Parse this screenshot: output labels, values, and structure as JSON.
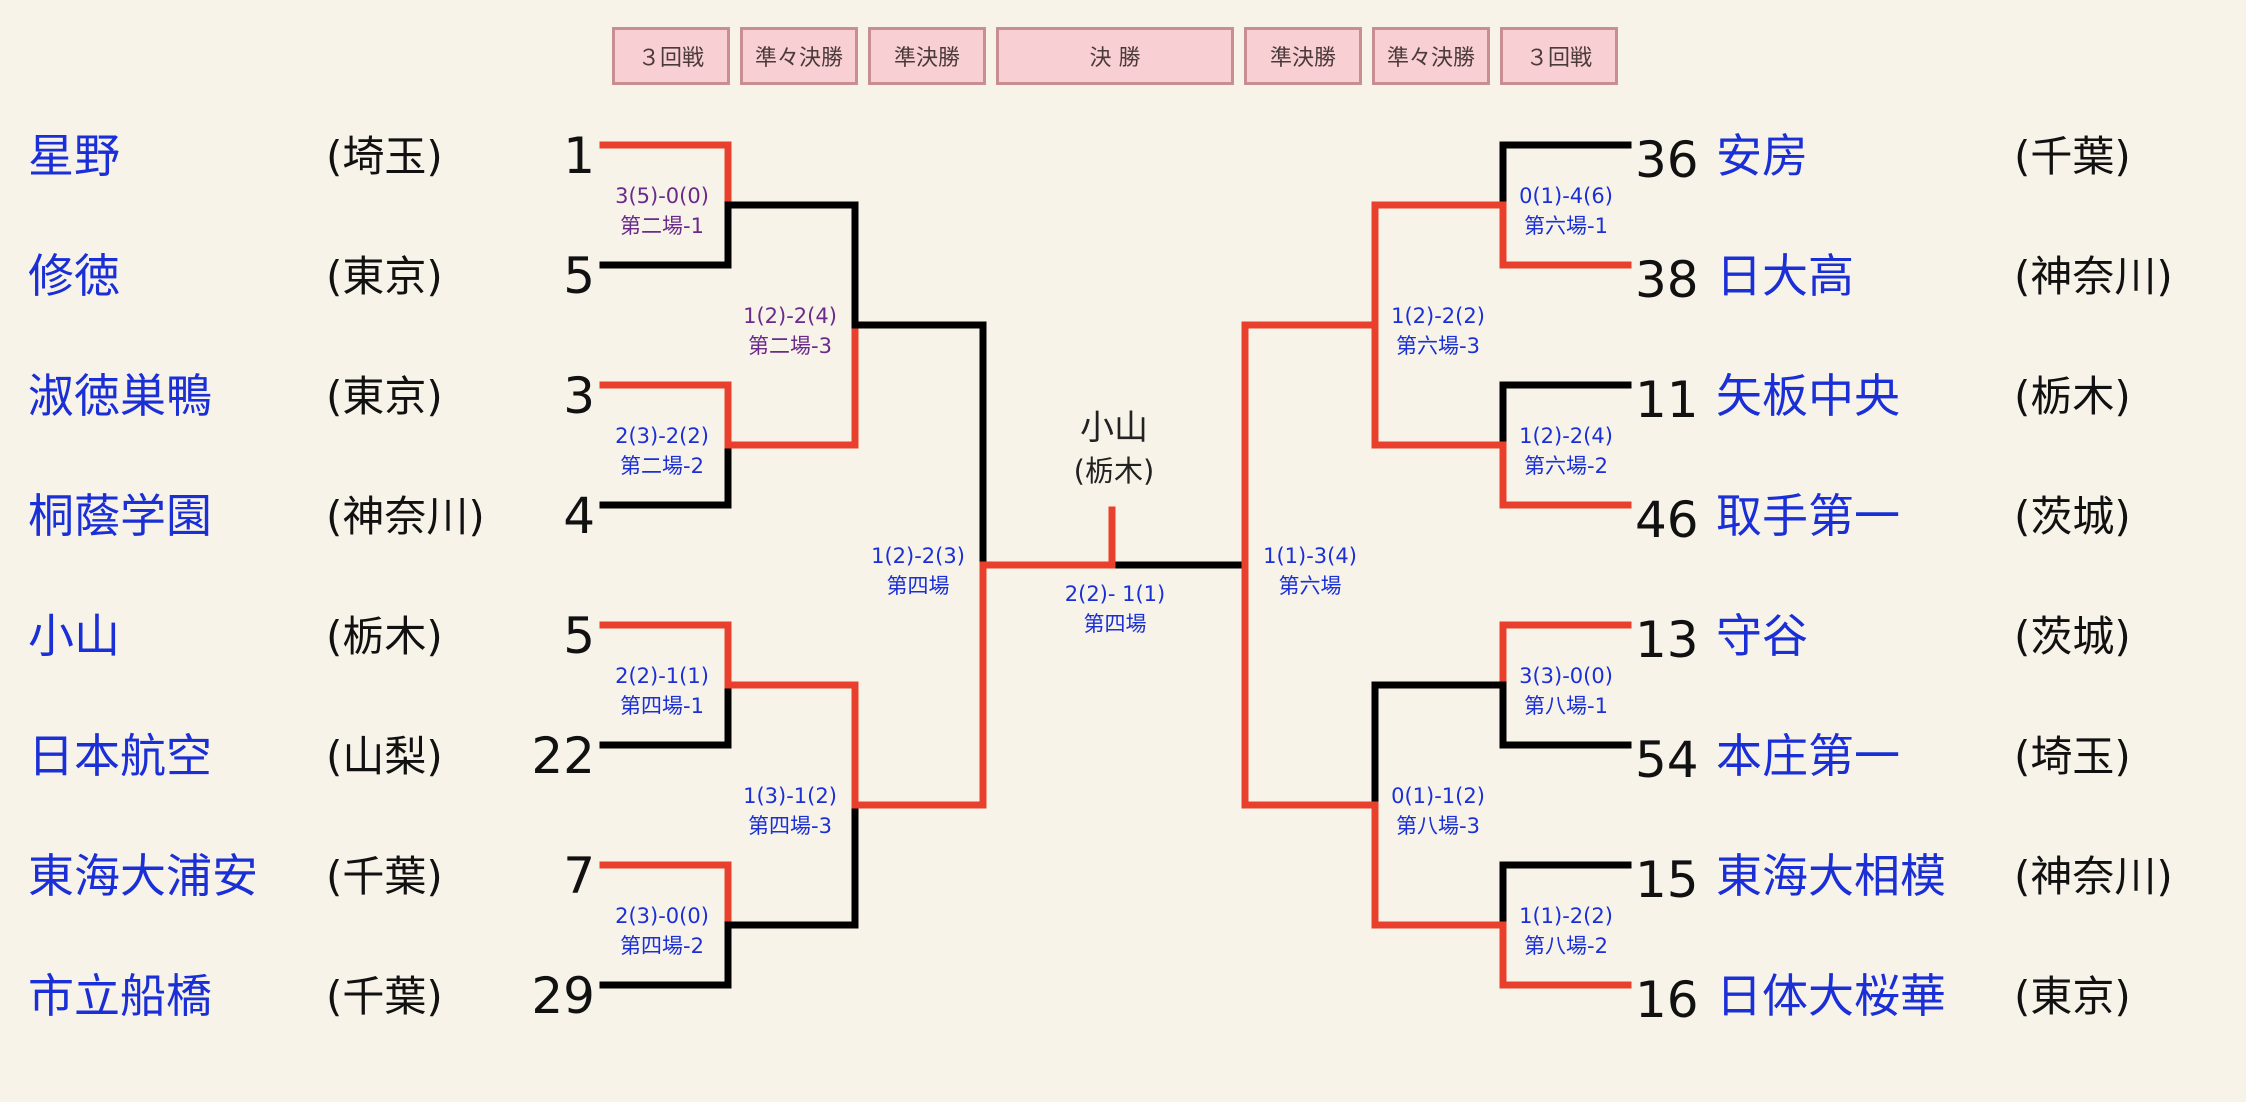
{
  "rounds": [
    "３回戦",
    "準々決勝",
    "準決勝",
    "決 勝",
    "準決勝",
    "準々決勝",
    "３回戦"
  ],
  "left_teams": [
    {
      "name": "星野",
      "pref": "(埼玉)",
      "seed": "1"
    },
    {
      "name": "修徳",
      "pref": "(東京)",
      "seed": "5"
    },
    {
      "name": "淑徳巣鴨",
      "pref": "(東京)",
      "seed": "3"
    },
    {
      "name": "桐蔭学園",
      "pref": "(神奈川)",
      "seed": "4"
    },
    {
      "name": "小山",
      "pref": "(栃木)",
      "seed": "5"
    },
    {
      "name": "日本航空",
      "pref": "(山梨)",
      "seed": "22"
    },
    {
      "name": "東海大浦安",
      "pref": "(千葉)",
      "seed": "7"
    },
    {
      "name": "市立船橋",
      "pref": "(千葉)",
      "seed": "29"
    }
  ],
  "right_teams": [
    {
      "name": "安房",
      "pref": "(千葉)",
      "seed": "36"
    },
    {
      "name": "日大高",
      "pref": "(神奈川)",
      "seed": "38"
    },
    {
      "name": "矢板中央",
      "pref": "(栃木)",
      "seed": "11"
    },
    {
      "name": "取手第一",
      "pref": "(茨城)",
      "seed": "46"
    },
    {
      "name": "守谷",
      "pref": "(茨城)",
      "seed": "13"
    },
    {
      "name": "本庄第一",
      "pref": "(埼玉)",
      "seed": "54"
    },
    {
      "name": "東海大相模",
      "pref": "(神奈川)",
      "seed": "15"
    },
    {
      "name": "日体大桜華",
      "pref": "(東京)",
      "seed": "16"
    }
  ],
  "scores": {
    "l_r3_1": {
      "score": "3(5)-0(0)",
      "venue": "第二場-1"
    },
    "l_r3_2": {
      "score": "2(3)-2(2)",
      "venue": "第二場-2"
    },
    "l_r3_3": {
      "score": "2(2)-1(1)",
      "venue": "第四場-1"
    },
    "l_r3_4": {
      "score": "2(3)-0(0)",
      "venue": "第四場-2"
    },
    "l_qf_1": {
      "score": "1(2)-2(4)",
      "venue": "第二場-3"
    },
    "l_qf_2": {
      "score": "1(3)-1(2)",
      "venue": "第四場-3"
    },
    "l_sf": {
      "score": "1(2)-2(3)",
      "venue": "第四場"
    },
    "final": {
      "score": "2(2)- 1(1)",
      "venue": "第四場"
    },
    "r_sf": {
      "score": "1(1)-3(4)",
      "venue": "第六場"
    },
    "r_qf_1": {
      "score": "1(2)-2(2)",
      "venue": "第六場-3"
    },
    "r_qf_2": {
      "score": "0(1)-1(2)",
      "venue": "第八場-3"
    },
    "r_r3_1": {
      "score": "0(1)-4(6)",
      "venue": "第六場-1"
    },
    "r_r3_2": {
      "score": "1(2)-2(4)",
      "venue": "第六場-2"
    },
    "r_r3_3": {
      "score": "3(3)-0(0)",
      "venue": "第八場-1"
    },
    "r_r3_4": {
      "score": "1(1)-2(2)",
      "venue": "第八場-2"
    }
  },
  "champion": {
    "name": "小山",
    "pref": "(栃木)"
  },
  "colors": {
    "win": "#e8402c",
    "lose": "#000000",
    "background": "#f7f3e9",
    "button_bg": "#f8cfd2"
  }
}
